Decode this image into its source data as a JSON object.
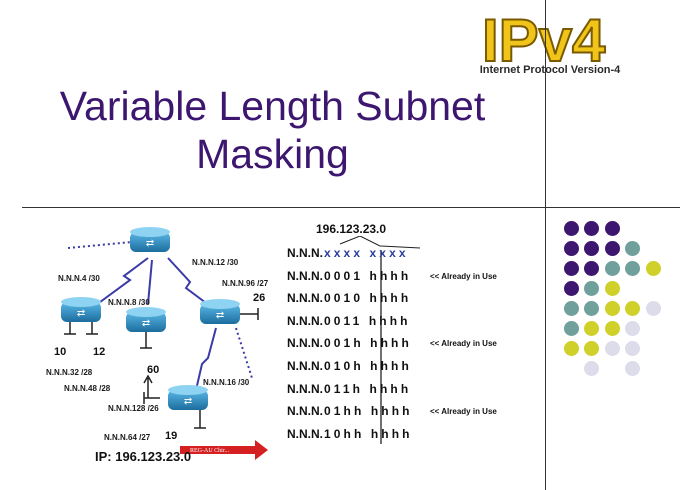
{
  "logo": {
    "text": "IPv4",
    "subtitle": "Internet Protocol Version-4"
  },
  "title": {
    "line1": "Variable Length Subnet",
    "line2": "Masking"
  },
  "diagram": {
    "labels": {
      "n4": "N.N.N.4 /30",
      "n8": "N.N.N.8 /30",
      "n12": "N.N.N.12 /30",
      "n96": "N.N.N.96 /27",
      "n26": "26",
      "n10": "10",
      "n12b": "12",
      "n32": "N.N.N.32 /28",
      "n48": "N.N.N.48 /28",
      "n60": "60",
      "n16": "N.N.N.16 /30",
      "n128": "N.N.N.128 /26",
      "n64": "N.N.N.64 /27",
      "n19": "19"
    },
    "ip": "IP: 196.123.23.0",
    "arrow_label": "REG-AU Chir..."
  },
  "subnetting": {
    "base": "196.123.23.0",
    "prefix": "N.N.N.",
    "rows": [
      {
        "bits": "xxxx xxxx",
        "note": ""
      },
      {
        "bits": "0001 hhhh",
        "note": "<< Already in Use"
      },
      {
        "bits": "0010 hhhh",
        "note": ""
      },
      {
        "bits": "0011 hhhh",
        "note": ""
      },
      {
        "bits": "001h hhhh",
        "note": "<< Already in Use"
      },
      {
        "bits": "010h hhhh",
        "note": ""
      },
      {
        "bits": "011h hhhh",
        "note": ""
      },
      {
        "bits": "01hh hhhh",
        "note": "<< Already in Use"
      },
      {
        "bits": "10hh hhhh",
        "note": ""
      }
    ]
  },
  "colors": {
    "title": "#3d1670",
    "logo_fill": "#f0c419",
    "dot_purple": "#3d1670",
    "dot_teal": "#6fa09c",
    "dot_yellow": "#cfd02a",
    "dot_lavender": "#dcdcea",
    "router": "#2a8fc4"
  }
}
